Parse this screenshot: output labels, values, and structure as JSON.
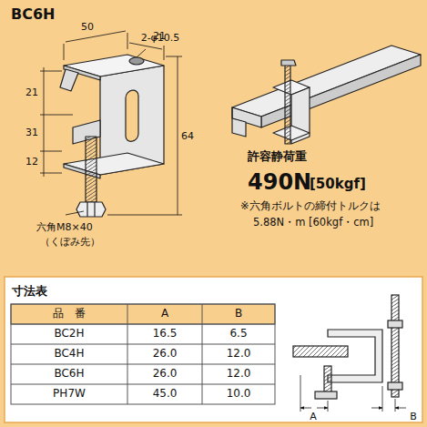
{
  "diagram": {
    "title": "BC6H",
    "labels": [
      "2-φ10.5",
      "50",
      "21",
      "21",
      "31",
      "12",
      "64",
      "六角M8×40",
      "（くぼみ先）",
      "許容静荷重",
      "490N",
      "[50kgf]",
      "※六角ボルトの締付トルクは",
      "5.88N・m [60kgf・cm]",
      "寸法表",
      "品　番",
      "A",
      "B",
      "BC2H",
      "16.5",
      "6.5",
      "BC4H",
      "26.0",
      "12.0",
      "BC6H",
      "26.0",
      "12.0",
      "PH7W",
      "45.0",
      "10.0",
      "A",
      "B"
    ]
  }
}
